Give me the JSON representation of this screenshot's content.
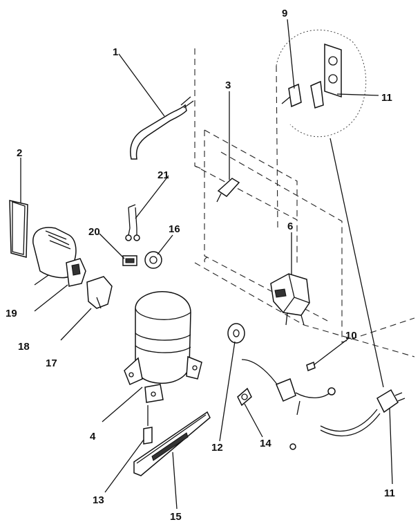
{
  "callouts": {
    "c1": "1",
    "c2": "2",
    "c3": "3",
    "c4": "4",
    "c6": "6",
    "c9": "9",
    "c10": "10",
    "c11a": "11",
    "c11b": "11",
    "c12": "12",
    "c13": "13",
    "c14": "14",
    "c15": "15",
    "c16": "16",
    "c17": "17",
    "c18": "18",
    "c19": "19",
    "c20": "20",
    "c21": "21"
  },
  "colors": {
    "ink": "#111111",
    "background": "#ffffff"
  }
}
